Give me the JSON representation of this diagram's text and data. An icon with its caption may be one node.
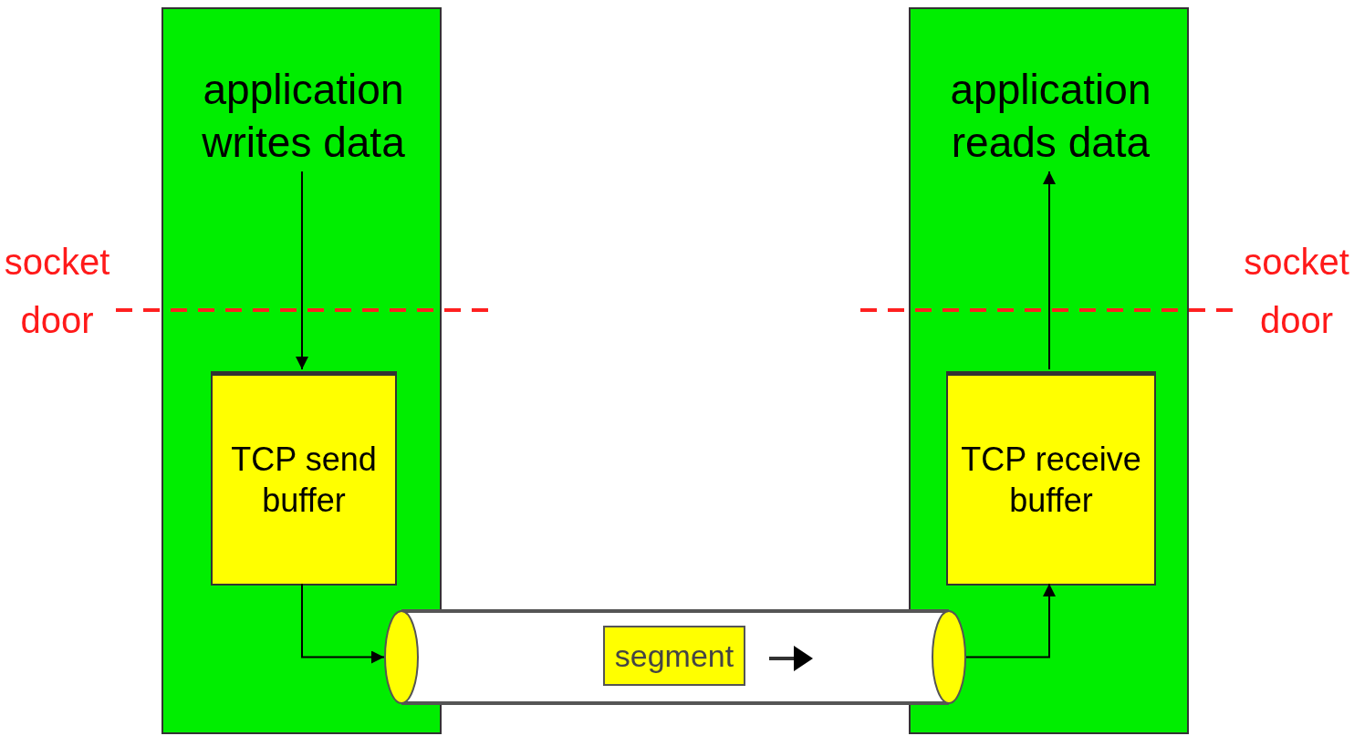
{
  "diagram": {
    "nodes": [
      {
        "text": [],
        "shape": "box"
      },
      {
        "text": [
          "application writes data"
        ],
        "in": 0
      },
      {
        "text": [
          "TCP send buffer"
        ],
        "in": 0
      },
      {
        "text": [],
        "shape": "box"
      },
      {
        "text": [
          "application reads data"
        ],
        "in": 3
      },
      {
        "text": [
          "TCP receive buffer"
        ],
        "in": 3
      },
      {
        "text": [],
        "shape": "cylinder"
      },
      {
        "text": [
          "segment"
        ],
        "in": 6
      }
    ],
    "edges": [
      {
        "from": 1,
        "to": 2,
        "arrow": "to"
      },
      {
        "from": 2,
        "to": 6,
        "arrow": "to"
      },
      {
        "from": 6,
        "to": 5,
        "arrow": "to"
      },
      {
        "from": 5,
        "to": 4,
        "arrow": "to"
      }
    ],
    "labels": [
      "socket door",
      "socket door"
    ]
  }
}
